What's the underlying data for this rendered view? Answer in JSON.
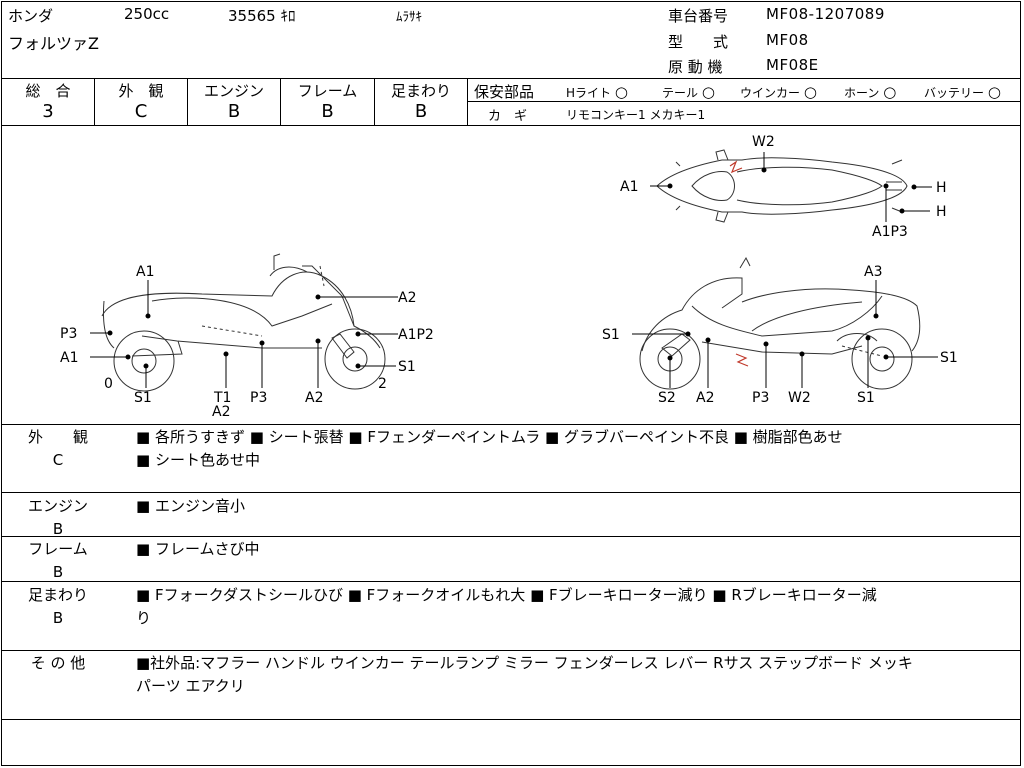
{
  "header": {
    "maker": "ホンダ",
    "displacement": "250cc",
    "mileage": "35565 ｷﾛ",
    "color": "ﾑﾗｻｷ",
    "model_name": "フォルツァZ",
    "frame_no_label": "車台番号",
    "frame_no": "MF08-1207089",
    "type_label": "型　　式",
    "type": "MF08",
    "engine_label": "原 動 機",
    "engine": "MF08E"
  },
  "scores": {
    "headers": [
      "総　合",
      "外　観",
      "エンジン",
      "フレーム",
      "足まわり"
    ],
    "values": [
      "3",
      "C",
      "B",
      "B",
      "B"
    ]
  },
  "safety": {
    "label": "保安部品",
    "items": [
      {
        "name": "Hライト",
        "mark": "○"
      },
      {
        "name": "テール",
        "mark": "○"
      },
      {
        "name": "ウインカー",
        "mark": "○"
      },
      {
        "name": "ホーン",
        "mark": "○"
      },
      {
        "name": "バッテリー",
        "mark": "○"
      }
    ],
    "key_label": "カ　ギ",
    "key_value": "リモコンキー1  メカキー1"
  },
  "diagram": {
    "top_labels": [
      "W2",
      "A1",
      "H",
      "H",
      "A1P3"
    ],
    "left_labels": [
      "A1",
      "A2",
      "P3",
      "A1P2",
      "A1",
      "S1",
      "0",
      "S1",
      "T1",
      "A2",
      "P3",
      "A2",
      "2"
    ],
    "right_labels": [
      "A3",
      "S1",
      "S1",
      "S2",
      "A2",
      "P3",
      "W2",
      "S1"
    ]
  },
  "comments": [
    {
      "label": "外　　観",
      "grade": "C",
      "lines": [
        "■ 各所うすきず ■ シート張替 ■ Fフェンダーペイントムラ ■ グラブバーペイント不良 ■ 樹脂部色あせ",
        "■ シート色あせ中"
      ]
    },
    {
      "label": "エンジン",
      "grade": "B",
      "lines": [
        "■ エンジン音小"
      ]
    },
    {
      "label": "フレーム",
      "grade": "B",
      "lines": [
        "■ フレームさび中"
      ]
    },
    {
      "label": "足まわり",
      "grade": "B",
      "lines": [
        "■ Fフォークダストシールひび ■ Fフォークオイルもれ大 ■ Fブレーキローター減り ■ Rブレーキローター減",
        "り"
      ]
    },
    {
      "label": "そ の 他",
      "grade": "",
      "lines": [
        "■社外品:マフラー ハンドル ウインカー テールランプ ミラー フェンダーレス レバー Rサス ステップボード メッキ",
        "パーツ エアクリ"
      ]
    }
  ]
}
